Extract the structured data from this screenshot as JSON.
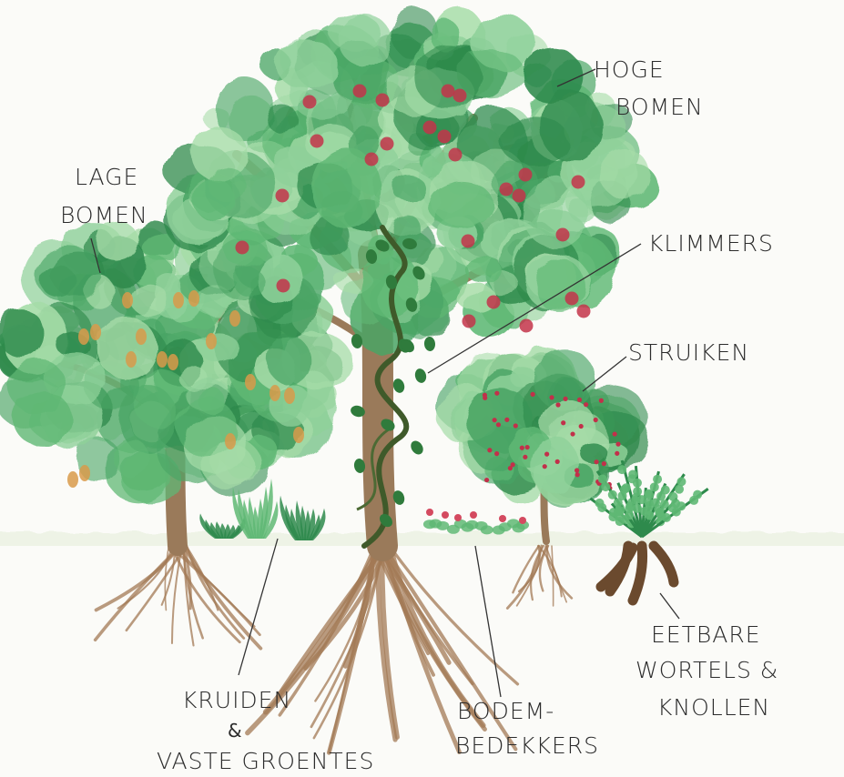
{
  "labels": {
    "hoge_bomen": [
      "HOGE",
      "BOMEN"
    ],
    "lage_bomen": [
      "LAGE",
      "BOMEN"
    ],
    "klimmers": "KLIMMERS",
    "struiken": "STRUIKEN",
    "kruiden": [
      "KRUIDEN",
      "&",
      "VASTE GROENTES"
    ],
    "bodembedekkers": [
      "BODEM-",
      "BEDEKKERS"
    ],
    "wortels": [
      "EETBARE",
      "WORTELS &",
      "KNOLLEN"
    ]
  },
  "colors": {
    "leaf_light": "#8fd19a",
    "leaf_mid": "#5fb874",
    "leaf_dark": "#2e8a4c",
    "trunk": "#9a7a5a",
    "root": "#a37a55",
    "apple": "#c3344a",
    "pear": "#d89a4a",
    "berry": "#c2304a",
    "ground": "#e8ecdf"
  }
}
